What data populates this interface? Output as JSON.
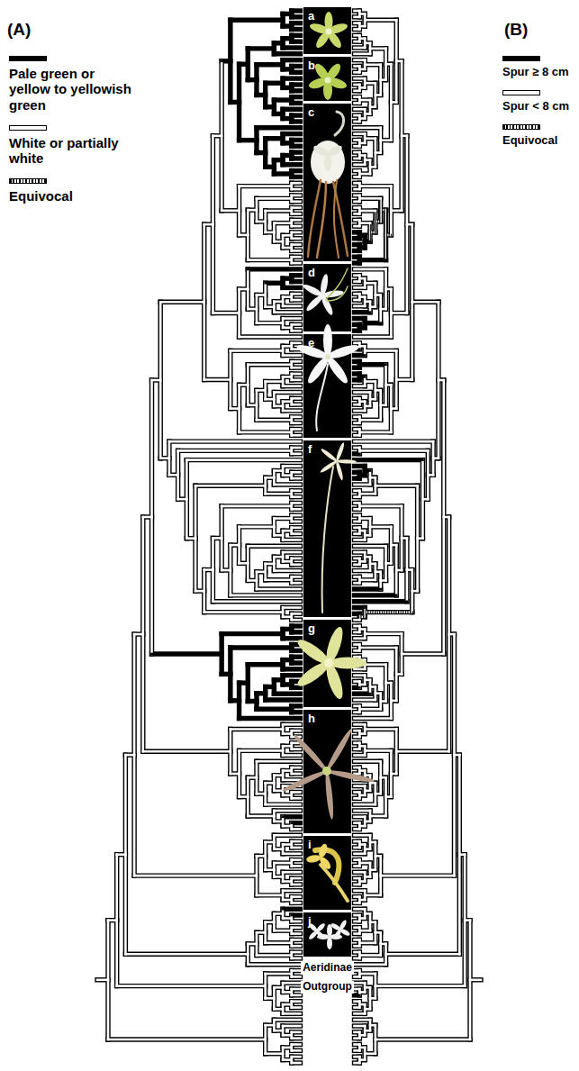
{
  "diagram": {
    "nodes": [
      {
        "text": [
          "a"
        ]
      },
      {
        "text": [
          "b"
        ]
      },
      {
        "text": [
          "c"
        ]
      },
      {
        "text": [
          "d"
        ]
      },
      {
        "text": [
          "e"
        ]
      },
      {
        "text": [
          "f"
        ]
      },
      {
        "text": [
          "g"
        ]
      },
      {
        "text": [
          "h"
        ]
      },
      {
        "text": [
          "i"
        ]
      },
      {
        "text": [
          "j"
        ]
      }
    ],
    "labels": [
      "(A)",
      "(B)",
      "Aeridinae",
      "Outgroup"
    ],
    "legend": [
      {
        "text": "Pale green or yellow to yellowish green",
        "color": "#000000"
      },
      {
        "text": "White or partially white",
        "color": "#ffffff"
      },
      {
        "text": "Equivocal"
      },
      {
        "text": "Spur ≥ 8 cm",
        "color": "#000000"
      },
      {
        "text": "Spur < 8 cm",
        "color": "#ffffff"
      },
      {
        "text": "Equivocal"
      }
    ]
  }
}
